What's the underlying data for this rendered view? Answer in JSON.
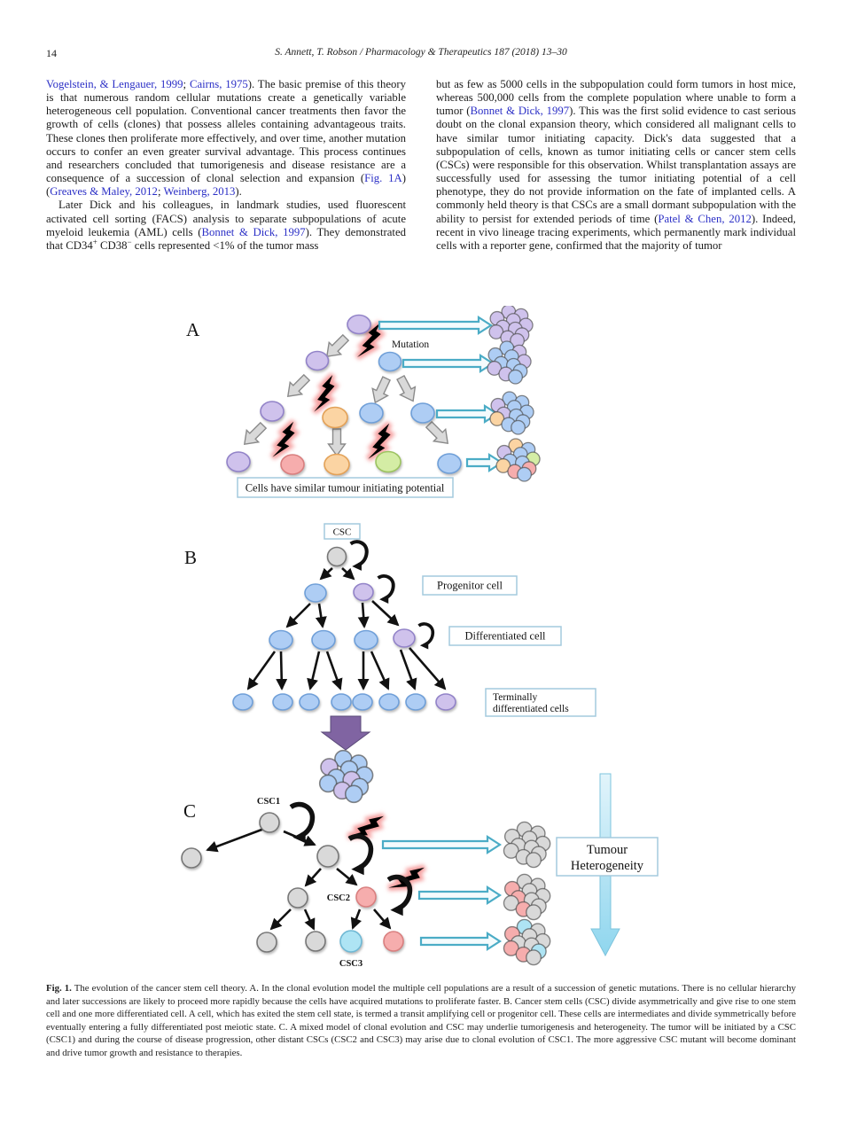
{
  "page": {
    "number": "14",
    "running_head": "S. Annett, T. Robson / Pharmacology & Therapeutics 187 (2018) 13–30"
  },
  "body_text": {
    "left_column": [
      {
        "indent": false,
        "segments": [
          {
            "t": "Vogelstein, & Lengauer, 1999",
            "link": true
          },
          {
            "t": "; "
          },
          {
            "t": "Cairns, 1975",
            "link": true
          },
          {
            "t": "). The basic premise of this theory is that numerous random cellular mutations create a genetically variable heterogeneous cell population. Conventional cancer treatments then favor the growth of cells (clones) that possess alleles containing advantageous traits. These clones then proliferate more effectively, and over time, another mutation occurs to confer an even greater survival advantage. This process continues and researchers concluded that tumorigenesis and disease resistance are a consequence of a succession of clonal selection and expansion ("
          },
          {
            "t": "Fig. 1A",
            "link": true
          },
          {
            "t": ") ("
          },
          {
            "t": "Greaves & Maley, 2012",
            "link": true
          },
          {
            "t": "; "
          },
          {
            "t": "Weinberg, 2013",
            "link": true
          },
          {
            "t": ")."
          }
        ]
      },
      {
        "indent": true,
        "segments": [
          {
            "t": "Later Dick and his colleagues, in landmark studies, used fluorescent activated cell sorting (FACS) analysis to separate subpopulations of acute myeloid leukemia (AML) cells ("
          },
          {
            "t": "Bonnet & Dick, 1997",
            "link": true
          },
          {
            "t": "). They demonstrated that CD34"
          },
          {
            "t": "+",
            "sup": true
          },
          {
            "t": " CD38"
          },
          {
            "t": "−",
            "sup": true
          },
          {
            "t": " cells represented <1% of the tumor mass"
          }
        ]
      }
    ],
    "right_column": [
      {
        "indent": false,
        "segments": [
          {
            "t": "but as few as 5000 cells in the subpopulation could form tumors in host mice, whereas 500,000 cells from the complete population where unable to form a tumor ("
          },
          {
            "t": "Bonnet & Dick, 1997",
            "link": true
          },
          {
            "t": "). This was the first solid evidence to cast serious doubt on the clonal expansion theory, which considered all malignant cells to have similar tumor initiating capacity. Dick's data suggested that a subpopulation of cells, known as tumor initiating cells or cancer stem cells (CSCs) were responsible for this observation. Whilst transplantation assays are successfully used for assessing the tumor initiating potential of a cell phenotype, they do not provide information on the fate of implanted cells. A commonly held theory is that CSCs are a small dormant subpopulation with the ability to persist for extended periods of time ("
          },
          {
            "t": "Patel & Chen, 2012",
            "link": true
          },
          {
            "t": "). Indeed, recent in vivo lineage tracing experiments, which permanently mark individual cells with a reporter gene, confirmed that the majority of tumor"
          }
        ]
      }
    ]
  },
  "figure": {
    "panel_a_letter": "A",
    "panel_b_letter": "B",
    "panel_c_letter": "C",
    "labels": {
      "mutation": "Mutation",
      "similar_potential_box": "Cells have similar tumour initiating potential",
      "csc": "CSC",
      "progenitor": "Progenitor cell",
      "differentiated": "Differentiated cell",
      "terminally_line1": "Terminally",
      "terminally_line2": "differentiated cells",
      "csc1": "CSC1",
      "csc2": "CSC2",
      "csc3": "CSC3",
      "tumour_line1": "Tumour",
      "tumour_line2": "Heterogeneity"
    },
    "palette": {
      "purple_fill": "#cfc2ec",
      "purple_stroke": "#9283c8",
      "blue_fill": "#aecdf4",
      "blue_stroke": "#6f9fd8",
      "orange_fill": "#fbd4a3",
      "orange_stroke": "#e3a157",
      "pink_fill": "#f6adad",
      "pink_stroke": "#d97f7f",
      "green_fill": "#d4eda5",
      "green_stroke": "#9cc360",
      "gray_fill": "#d9d9d9",
      "gray_stroke": "#777777",
      "cyan_fill": "#aee4f4",
      "cyan_stroke": "#6fb8d4",
      "teal_arrow": "#4bacc6",
      "gray_arrow_fill": "#d9d9d9",
      "gray_arrow_stroke": "#8a8a8a",
      "purple_block": "#8064a2",
      "bolt_glow": "#f59f9f",
      "link_blue": "#2b2fc6"
    }
  },
  "caption": {
    "lead": "Fig. 1.",
    "text": " The evolution of the cancer stem cell theory. A. In the clonal evolution model the multiple cell populations are a result of a succession of genetic mutations. There is no cellular hierarchy and later successions are likely to proceed more rapidly because the cells have acquired mutations to proliferate faster. B. Cancer stem cells (CSC) divide asymmetrically and give rise to one stem cell and one more differentiated cell. A cell, which has exited the stem cell state, is termed a transit amplifying cell or progenitor cell. These cells are intermediates and divide symmetrically before eventually entering a fully differentiated post meiotic state. C. A mixed model of clonal evolution and CSC may underlie tumorigenesis and heterogeneity. The tumor will be initiated by a CSC (CSC1) and during the course of disease progression, other distant CSCs (CSC2 and CSC3) may arise due to clonal evolution of CSC1. The more aggressive CSC mutant will become dominant and drive tumor growth and resistance to therapies."
  }
}
